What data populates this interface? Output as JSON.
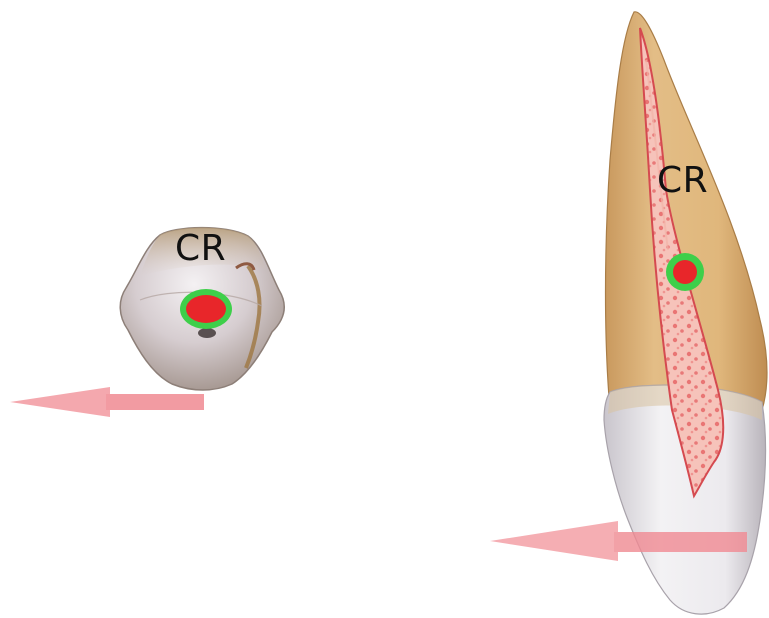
{
  "labels": {
    "cr_left": "CR",
    "cr_right": "CR"
  },
  "colors": {
    "center_fill": "#e8262a",
    "center_ring": "#3ecf4a",
    "arrow": "#f08a92",
    "crown_enamel": "#e9e6ea",
    "root_dentin": "#d9ad72",
    "pulp": "#e46a6a"
  },
  "figures": [
    {
      "name": "occlusal-view-tooth",
      "marker": "center-of-resistance",
      "force": "horizontal-leftward"
    },
    {
      "name": "labial-view-tooth",
      "marker": "center-of-resistance",
      "force": "horizontal-leftward"
    }
  ]
}
